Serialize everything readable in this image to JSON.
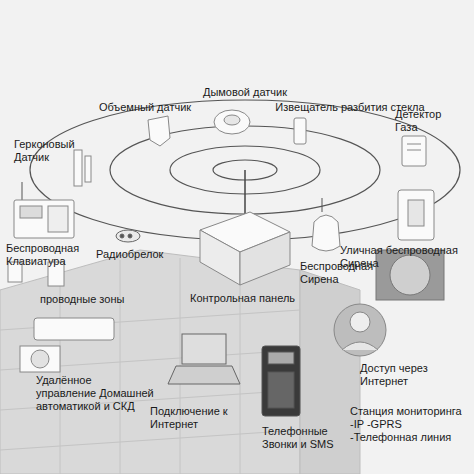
{
  "diagram": {
    "labels": [
      "Дымовой датчик",
      "Объемный датчик",
      "Извещатель разбития стекла",
      "Герконовый Датчик",
      "Детектор Газа",
      "Беспроводная Клавиатура",
      "Радиобрелок",
      "Уличная беспроводная Сирена",
      "Беспроводная Сирена",
      "проводные зоны",
      "Контрольная панель",
      "Доступ через Интернет",
      "Удалённое управление Домашней автоматикой и СКД",
      "Подключение к Интернет",
      "Телефонные Звонки и SMS",
      "Станция мониторинга -IP -GPRS -Телефонная линия"
    ]
  }
}
